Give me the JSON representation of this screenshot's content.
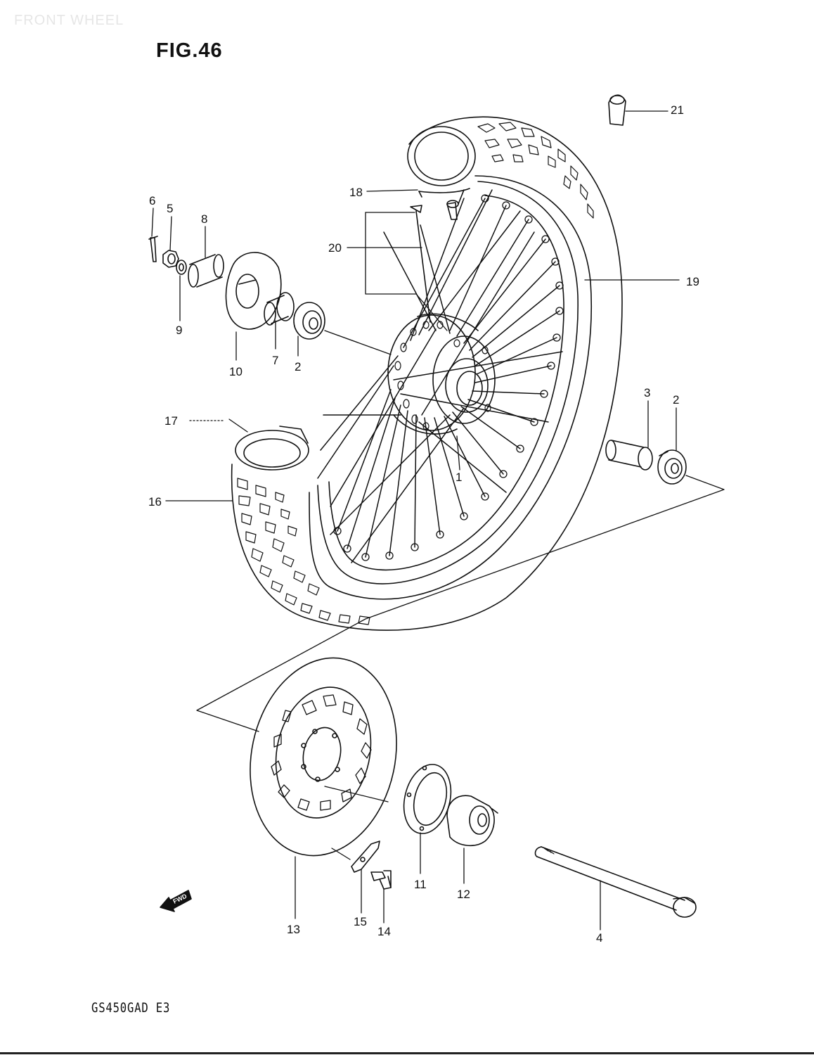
{
  "header_text": "FRONT WHEEL",
  "figure_title": "FIG.46",
  "model_code": "GS450GAD E3",
  "direction_marker": "FWD",
  "callouts": [
    {
      "id": "c1",
      "label": "1"
    },
    {
      "id": "c2a",
      "label": "2"
    },
    {
      "id": "c2b",
      "label": "2"
    },
    {
      "id": "c3",
      "label": "3"
    },
    {
      "id": "c4",
      "label": "4"
    },
    {
      "id": "c5",
      "label": "5"
    },
    {
      "id": "c6",
      "label": "6"
    },
    {
      "id": "c7",
      "label": "7"
    },
    {
      "id": "c8",
      "label": "8"
    },
    {
      "id": "c9",
      "label": "9"
    },
    {
      "id": "c10",
      "label": "10"
    },
    {
      "id": "c11",
      "label": "11"
    },
    {
      "id": "c12",
      "label": "12"
    },
    {
      "id": "c13",
      "label": "13"
    },
    {
      "id": "c14",
      "label": "14"
    },
    {
      "id": "c15",
      "label": "15"
    },
    {
      "id": "c16",
      "label": "16"
    },
    {
      "id": "c17",
      "label": "17"
    },
    {
      "id": "c18",
      "label": "18"
    },
    {
      "id": "c19",
      "label": "19"
    },
    {
      "id": "c20",
      "label": "20"
    },
    {
      "id": "c21",
      "label": "21"
    }
  ]
}
